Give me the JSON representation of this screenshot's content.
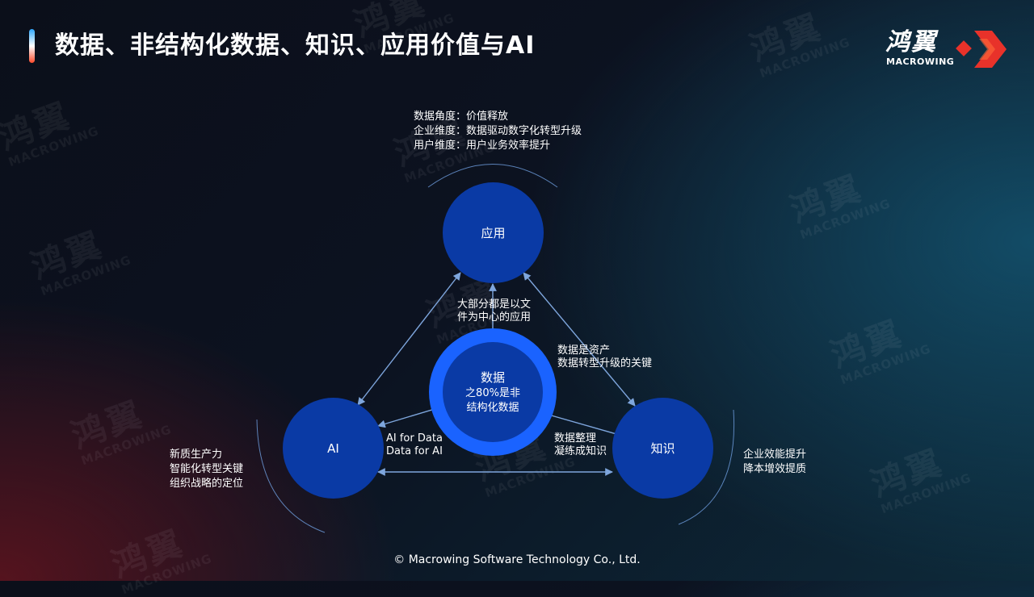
{
  "title": "数据、非结构化数据、知识、应用价值与AI",
  "logo": {
    "cn": "鸿翼",
    "en": "MACROWING"
  },
  "watermark": {
    "cn": "鸿翼",
    "en": "MACROWING"
  },
  "nodes": {
    "app": "应用",
    "ai": "AI",
    "knowledge": "知识",
    "data_title": "数据",
    "data_line1": "之80%是非",
    "data_line2": "结构化数据"
  },
  "top_notes": [
    "数据角度：价值释放",
    "企业维度：数据驱动数字化转型升级",
    "用户维度：用户业务效率提升"
  ],
  "edge_labels": {
    "app_data": [
      "大部分都是以文",
      "件为中心的应用"
    ],
    "data_knowledge_top": [
      "数据是资产",
      "数据转型升级的关键"
    ],
    "ai_data": [
      "AI for Data",
      "Data for AI"
    ],
    "data_knowledge_bottom": [
      "数据整理",
      "凝练成知识"
    ]
  },
  "left_notes": [
    "新质生产力",
    "智能化转型关键",
    "组织战略的定位"
  ],
  "right_notes": [
    "企业效能提升",
    "降本增效提质"
  ],
  "footer": "© Macrowing Software Technology Co., Ltd.",
  "colors": {
    "node": "#0a3aa5",
    "ring": "#1a63ff",
    "arrow": "#7ea6dd",
    "accent_red": "#e8322a"
  }
}
